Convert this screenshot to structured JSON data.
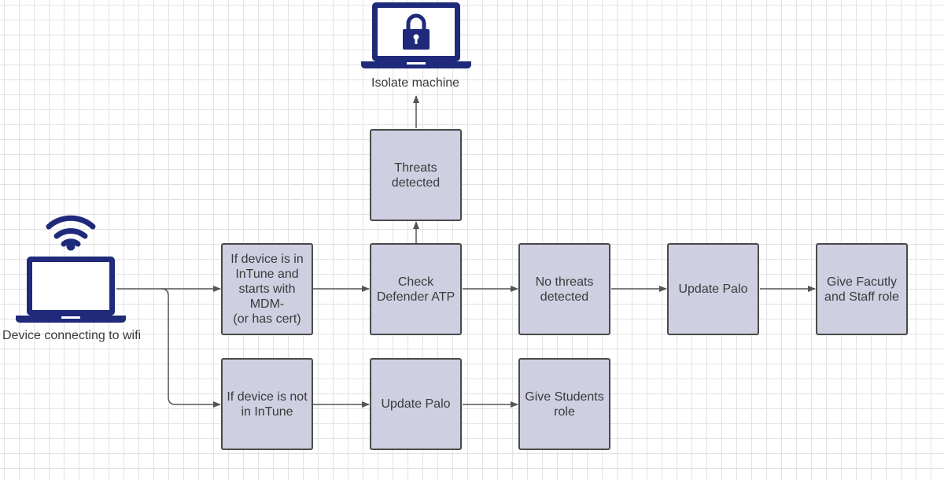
{
  "diagram": {
    "nodes": {
      "intune": "If device is in\nInTune and\nstarts with\nMDM-\n(or has cert)",
      "defender": "Check\nDefender ATP",
      "no_threats": "No threats\ndetected",
      "update_palo_top": "Update Palo",
      "faculty_role": "Give Facutly\nand Staff role",
      "threats": "Threats\ndetected",
      "not_intune": "If device is not\nin InTune",
      "update_palo_bottom": "Update Palo",
      "students_role": "Give Students\nrole"
    },
    "captions": {
      "device": "Device connecting to wifi",
      "isolate": "Isolate machine"
    },
    "icons": {
      "device": "wifi-laptop-icon",
      "isolate": "locked-laptop-icon"
    },
    "colors": {
      "node_fill": "#cfcfe2",
      "node_border": "#4a4a4a",
      "icon": "#1f2a7a",
      "connector": "#555555"
    }
  }
}
